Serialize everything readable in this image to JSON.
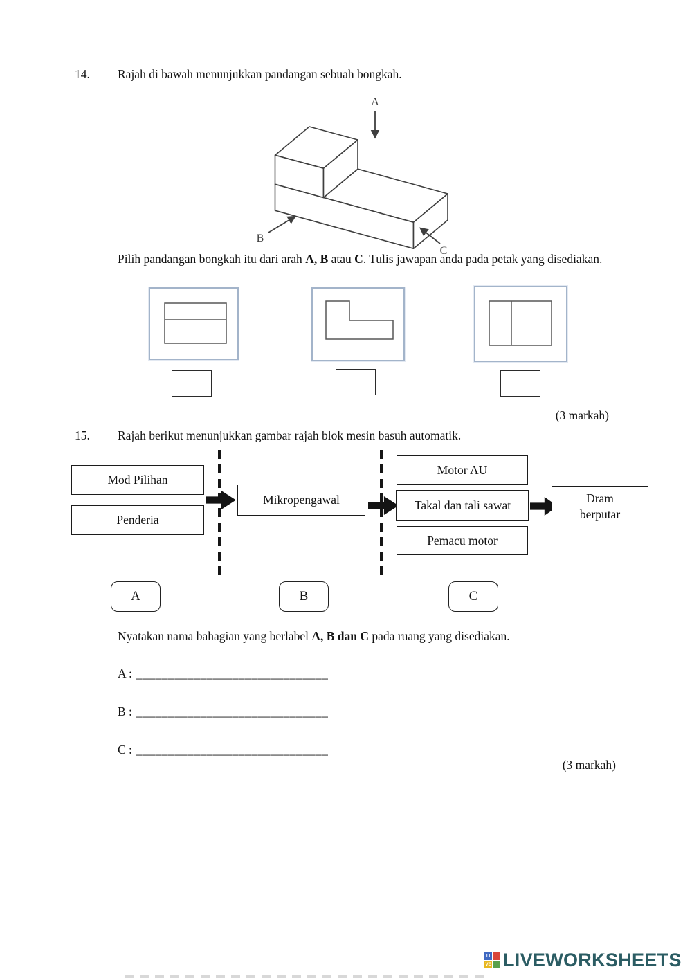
{
  "q14": {
    "number": "14.",
    "prompt": "Rajah di bawah menunjukkan pandangan sebuah bongkah.",
    "figure": {
      "label_a": "A",
      "label_b": "B",
      "label_c": "C"
    },
    "instruction": {
      "part1": "Pilih pandangan bongkah itu dari arah ",
      "bold1": "A, B",
      "part2": " atau ",
      "bold2": "C",
      "part3": ". Tulis jawapan anda pada petak yang disediakan."
    },
    "marks": "(3 markah)"
  },
  "q15": {
    "number": "15.",
    "prompt": "Rajah berikut menunjukkan gambar rajah blok mesin basuh automatik.",
    "diagram": {
      "box_mod_pilihan": "Mod Pilihan",
      "box_penderia": "Penderia",
      "box_mikropengawal": "Mikropengawal",
      "box_motor_au": "Motor AU",
      "box_takal": "Takal dan tali sawat",
      "box_pemacu": "Pemacu motor",
      "box_dram": "Dram berputar",
      "label_a": "A",
      "label_b": "B",
      "label_c": "C"
    },
    "instruction": {
      "part1": "Nyatakan nama bahagian yang berlabel ",
      "bold1": "A, B dan C",
      "part2": " pada ruang yang disediakan."
    },
    "answers": {
      "a_label": "A :",
      "b_label": "B :",
      "c_label": "C :",
      "blank": "______________________________"
    },
    "marks": "(3 markah)"
  },
  "footer": {
    "brand": "LIVEWORKSHEETS",
    "brand_color": "#2b5c63",
    "logo_tiles": [
      {
        "text": "LI",
        "color": "#3f68c1"
      },
      {
        "text": "",
        "color": "#d9453a"
      },
      {
        "text": "VE",
        "color": "#e8b71f"
      },
      {
        "text": "",
        "color": "#58a14b"
      }
    ]
  }
}
